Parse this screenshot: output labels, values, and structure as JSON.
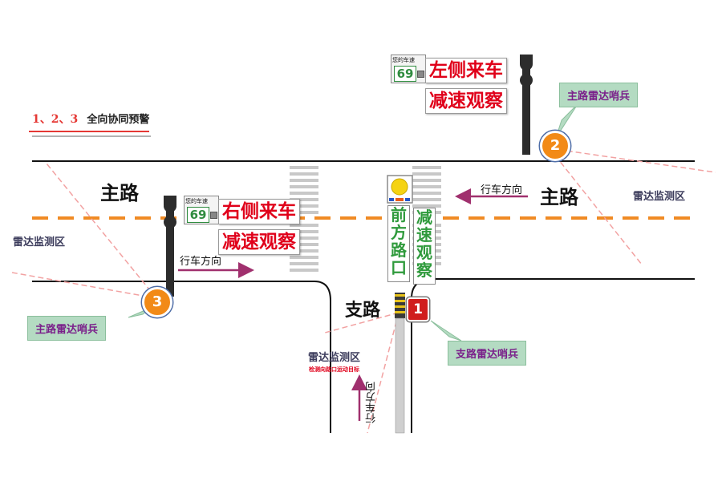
{
  "title": {
    "numbers": "1、2、3",
    "text": "全向协同预警"
  },
  "roads": {
    "main_left": "主路",
    "main_right": "主路",
    "branch": "支路"
  },
  "radar_zones": {
    "left": "雷达监测区",
    "right": "雷达监测区",
    "branch": "雷达监测区",
    "branch_note": "检测向路口运动目标"
  },
  "directions": {
    "upper": "行车方向",
    "lower": "行车方向",
    "branch": "行车方向"
  },
  "sentinels": {
    "s1": {
      "number": "1",
      "label": "支路雷达哨兵"
    },
    "s2": {
      "number": "2",
      "label": "主路雷达哨兵"
    },
    "s3": {
      "number": "3",
      "label": "主路雷达哨兵"
    }
  },
  "signs": {
    "left_coming": {
      "speed_title": "您的车速",
      "speed": "69",
      "line1": "左侧来车",
      "line2": "减速观察"
    },
    "right_coming": {
      "speed_title": "您的车速",
      "speed": "69",
      "line1": "右侧来车",
      "line2": "减速观察"
    },
    "branch_sign": {
      "col1": "前方路口",
      "col2": "减速观察"
    }
  },
  "colors": {
    "road_line": "#111111",
    "center_dash": "#f08a24",
    "crosswalk": "#c8c8c8",
    "radar_cone": "#f2a2a2",
    "arrow": "#a0306e",
    "tag_bg": "#b4dbc2",
    "tag_text": "#7a1f8a",
    "badge_orange": "#f28a17",
    "badge_red": "#d01d1d",
    "sign_red_text": "#e0001a",
    "sign_green_text": "#2f9a3c"
  },
  "icons": [
    "traffic-light-pole-icon",
    "radar-sentinel-icon",
    "warning-light-icon",
    "direction-arrow-icon"
  ]
}
